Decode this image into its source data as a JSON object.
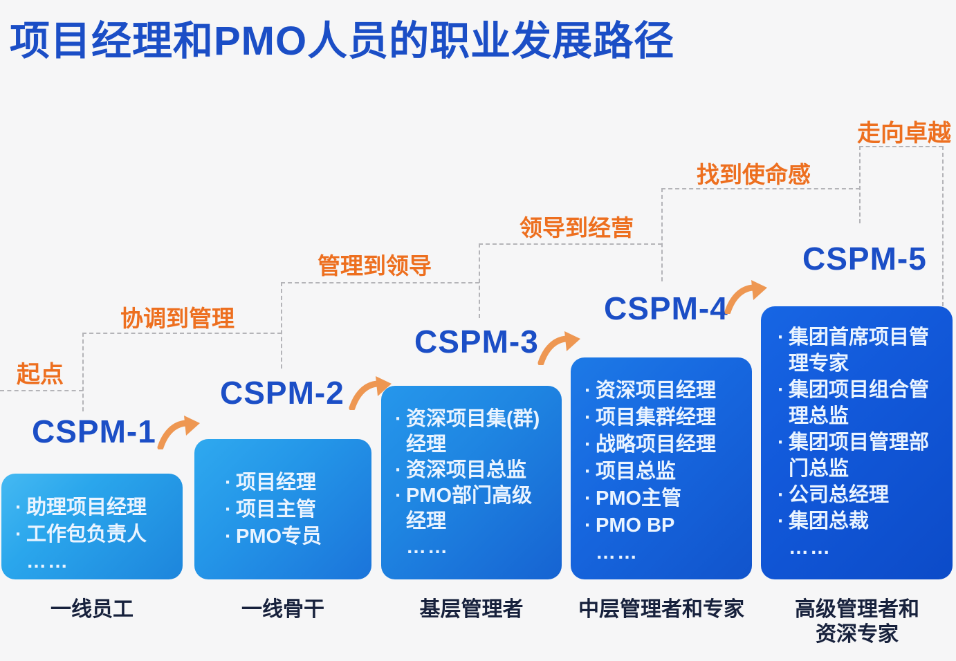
{
  "title": "项目经理和PMO人员的职业发展路径",
  "summit_label": "走向卓越",
  "glyphs": {
    "bullet": "·",
    "ellipsis": "……"
  },
  "colors": {
    "title_blue": "#1b4ec6",
    "label_orange": "#ed6f1f",
    "arrow_orange": "#ee9752",
    "dash_gray": "#b4b4b8",
    "footer_navy": "#17213c",
    "box1_blue": "#2aa6ec",
    "box2_blue": "#2496e8",
    "box3_blue": "#1f86e2",
    "box4_blue": "#1768e0",
    "box5_blue": "#1259da"
  },
  "stages": [
    {
      "id": "CSPM-1",
      "transition_label": "起点",
      "roles": [
        "助理项目经理",
        "工作包负责人"
      ],
      "ellipsis": "……",
      "footer": "一线员工"
    },
    {
      "id": "CSPM-2",
      "transition_label": "协调到管理",
      "roles": [
        "项目经理",
        "项目主管",
        "PMO专员"
      ],
      "footer": "一线骨干"
    },
    {
      "id": "CSPM-3",
      "transition_label": "管理到领导",
      "roles": [
        "资深项目集(群)经理",
        "资深项目总监",
        "PMO部门高级经理"
      ],
      "ellipsis": "……",
      "footer": "基层管理者"
    },
    {
      "id": "CSPM-4",
      "transition_label": "领导到经营",
      "roles": [
        "资深项目经理",
        "项目集群经理",
        "战略项目经理",
        "项目总监",
        "PMO主管",
        "PMO BP"
      ],
      "ellipsis": "……",
      "footer": "中层管理者和专家"
    },
    {
      "id": "CSPM-5",
      "transition_label": "找到使命感",
      "roles": [
        "集团首席项目管理专家",
        "集团项目组合管理总监",
        "集团项目管理部门总监",
        "公司总经理",
        "集团总裁"
      ],
      "ellipsis": "……",
      "footer": "高级管理者和资深专家"
    }
  ]
}
